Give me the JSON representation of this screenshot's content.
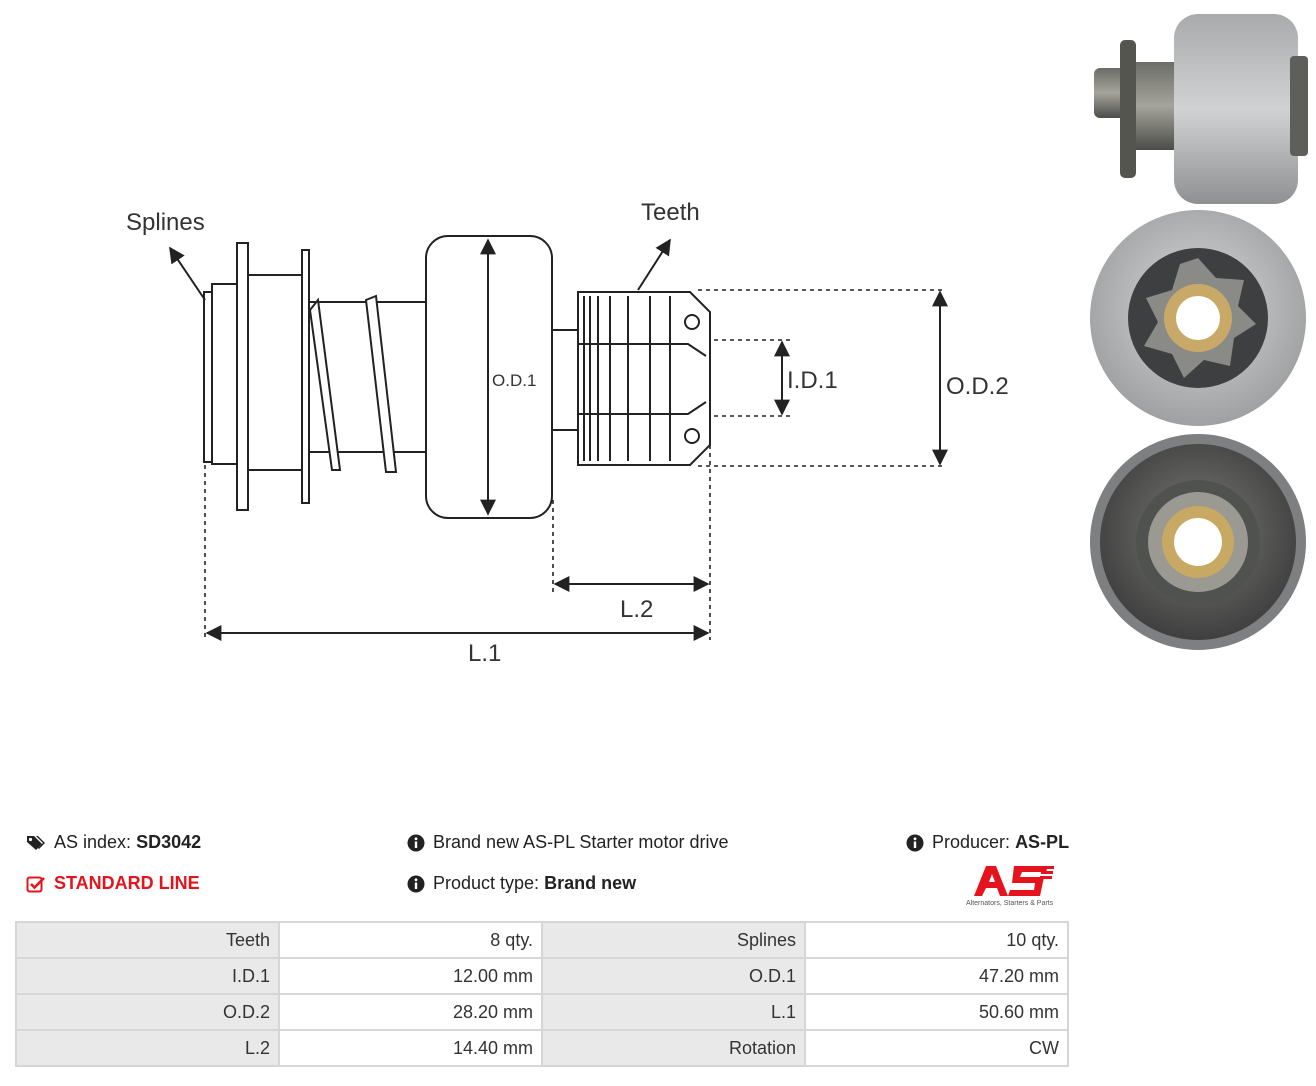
{
  "drawing": {
    "labels": {
      "splines": "Splines",
      "teeth": "Teeth",
      "od1": "O.D.1",
      "id1": "I.D.1",
      "od2": "O.D.2",
      "l2": "L.2",
      "l1": "L.1"
    }
  },
  "info": {
    "as_index_label": "AS index:",
    "as_index_value": "SD3042",
    "line_label": "STANDARD LINE",
    "description": "Brand new AS-PL Starter motor drive",
    "product_type_label": "Product type:",
    "product_type_value": "Brand new",
    "producer_label": "Producer:",
    "producer_value": "AS-PL",
    "logo_tagline": "Alternators, Starters & Parts"
  },
  "colors": {
    "accent_red": "#e5141c",
    "label_cell_bg": "#e9e9e9",
    "border": "#d6d6d6"
  },
  "icons": {
    "tag": "tags-icon",
    "check": "check-square-icon",
    "info": "info-circle-icon"
  },
  "specs": [
    {
      "l1": "Teeth",
      "v1": "8 qty.",
      "l2": "Splines",
      "v2": "10 qty."
    },
    {
      "l1": "I.D.1",
      "v1": "12.00 mm",
      "l2": "O.D.1",
      "v2": "47.20 mm"
    },
    {
      "l1": "O.D.2",
      "v1": "28.20 mm",
      "l2": "L.1",
      "v2": "50.60 mm"
    },
    {
      "l1": "L.2",
      "v1": "14.40 mm",
      "l2": "Rotation",
      "v2": "CW"
    }
  ]
}
